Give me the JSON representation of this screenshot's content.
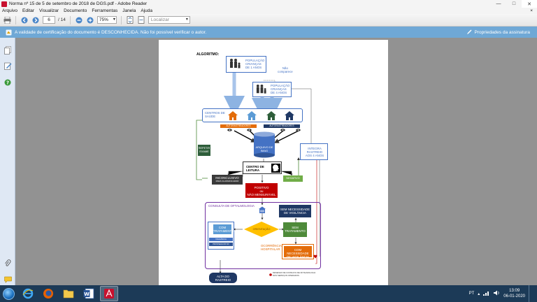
{
  "window": {
    "title": "Norma nº 15 de 5 de setembro de 2018 de DGS.pdf - Adobe Reader",
    "minimize": "—",
    "maximize": "□",
    "close": "✕"
  },
  "menu": {
    "items": [
      "Arquivo",
      "Editar",
      "Visualizar",
      "Documento",
      "Ferramentas",
      "Janela",
      "Ajuda"
    ],
    "close": "×"
  },
  "toolbar": {
    "page_current": "6",
    "page_total": "/ 14",
    "zoom": "75%",
    "find_placeholder": "Localizar"
  },
  "signature_bar": {
    "message": "A validade de certificação do documento é DESCONHECIDA. Não foi possível verificar o autor.",
    "properties": "Propriedades da assinatura"
  },
  "document": {
    "heading": "ALGORITMO:",
    "pop_0_1": [
      "POPULAÇÃO",
      "CRIANÇAS",
      "DE 1 ANOS"
    ],
    "no_comparece": [
      "Não",
      "comparece"
    ],
    "pop_2_4": [
      "POPULAÇÃO",
      "CRIANÇAS",
      "DE 4 ANOS"
    ],
    "centros": [
      "CENTROS DE",
      "SAÚDE"
    ],
    "strip_left": "AUTORASTREADORES",
    "strip_right": "AUTORASTREADORES",
    "arquivo": [
      "ARQUIVO DE",
      "IMAG"
    ],
    "rastreio": [
      "INTEGRA",
      "RASTREIO",
      "AOS 4 ANOS"
    ],
    "repetir": [
      "REPETIR",
      "EXAME"
    ],
    "centro_leitura": [
      "CENTRO DE",
      "LEITURA"
    ],
    "inconclusivo": [
      "INCONCLUSIVO",
      "PARA CLASSIFICADOR"
    ],
    "negativo": "NEGATIVO",
    "positivo": [
      "POSITIVO",
      "ou",
      "NÃO MENSURÁVEL"
    ],
    "consulta": "CONSULTA DE OFTALMOLOGIA",
    "sem_necessidade": [
      "SEM NECESSIDADE",
      "DE VIGILÂNCIA"
    ],
    "com_tratamento": [
      "COM",
      "TRATAMENTO"
    ],
    "legend_lines": [
      "VIGILÂNCIA ASSEGURADA",
      "PROSSEGUIR NO TRATAMENTO"
    ],
    "orientacao": "ORIENTAÇÃO",
    "sem_tratamento": [
      "SEM",
      "TRATAMENTO"
    ],
    "ocorrencia": [
      "OCORRÊNCIA",
      "HOSPITALAR"
    ],
    "com_necessidade": [
      "COM NECESSIDADE",
      "DE VIGILÂNCIA"
    ],
    "alta": [
      "ALTA DO",
      "RASTREIO"
    ],
    "footnote": [
      "DESENHO DE CONSULTA DE OFTALMOLOGIA",
      "NOS SERVIÇOS OPERADOS"
    ]
  },
  "taskbar": {
    "lang": "PT",
    "time": "13:09",
    "date": "06-01-2020"
  },
  "colors": {
    "accent": "#6fa8d6",
    "flow_blue": "#4472c4",
    "purple": "#7030a0",
    "red": "#c00000",
    "green": "#4e8a3a",
    "orange": "#e36c09"
  }
}
